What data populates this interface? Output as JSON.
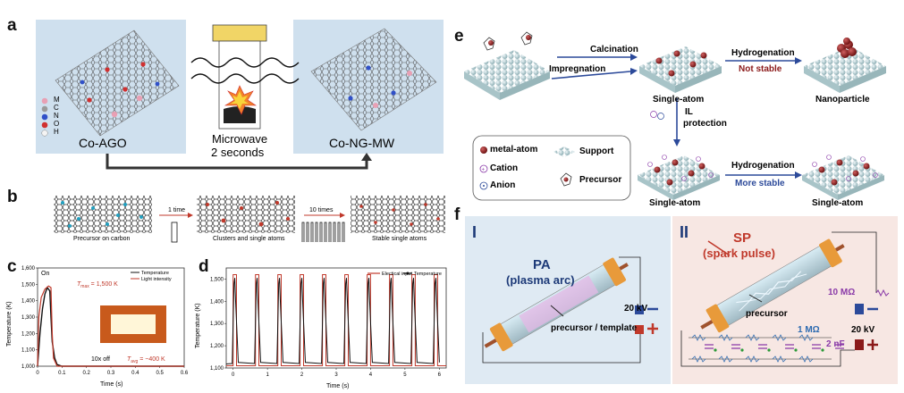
{
  "panel_labels": {
    "a": "a",
    "b": "b",
    "c": "c",
    "d": "d",
    "e": "e",
    "f": "f"
  },
  "panel_a": {
    "left_label": "Co-AGO",
    "right_label": "Co-NG-MW",
    "center_label_1": "Microwave",
    "center_label_2": "2 seconds",
    "legend": [
      {
        "sym": "M",
        "color": "#e8a0b4"
      },
      {
        "sym": "C",
        "color": "#9a9a9a"
      },
      {
        "sym": "N",
        "color": "#3050c8"
      },
      {
        "sym": "O",
        "color": "#d03030"
      },
      {
        "sym": "H",
        "color": "#f4f4f4"
      }
    ]
  },
  "panel_b": {
    "label_1": "Precursor on carbon",
    "arrow_1": "1 time",
    "label_2": "Clusters and single atoms",
    "arrow_2": "10 times",
    "label_3": "Stable single atoms"
  },
  "chart_data": [
    {
      "type": "line",
      "panel": "c",
      "ylabel": "Temperature (K)",
      "xlabel": "Time (s)",
      "xlim": [
        0,
        0.6
      ],
      "ylim": [
        1000,
        1600
      ],
      "xticks": [
        "0",
        "0.1",
        "0.2",
        "0.3",
        "0.4",
        "0.5",
        "0.6"
      ],
      "yticks": [
        "1,000",
        "1,100",
        "1,200",
        "1,300",
        "1,400",
        "1,500",
        "1,600"
      ],
      "legend": [
        "Temperature",
        "Light intensity"
      ],
      "annotations": {
        "on": "On",
        "tmax": "T",
        "tmax_sub": "max",
        "tmax_val": " = 1,500 K",
        "off": "10x off",
        "tavg": "T",
        "tavg_sub": "avg",
        "tavg_val": " = ~400 K"
      },
      "series": [
        {
          "name": "Temperature",
          "color": "#111111",
          "x": [
            0,
            0.01,
            0.02,
            0.03,
            0.04,
            0.05,
            0.055,
            0.06,
            0.07,
            0.08,
            0.1,
            0.2,
            0.6
          ],
          "y": [
            1000,
            1200,
            1350,
            1440,
            1480,
            1460,
            1300,
            1150,
            1050,
            1010,
            1000,
            1000,
            1000
          ]
        },
        {
          "name": "Light intensity",
          "color": "#c0392b",
          "x": [
            0,
            0.005,
            0.015,
            0.03,
            0.045,
            0.055,
            0.06,
            0.065,
            0.08,
            0.6
          ],
          "y": [
            1000,
            1300,
            1420,
            1470,
            1490,
            1480,
            1200,
            1050,
            1000,
            1000
          ]
        }
      ]
    },
    {
      "type": "line",
      "panel": "d",
      "ylabel": "Temperature (K)",
      "xlabel": "Time (s)",
      "xlim": [
        -0.2,
        6.2
      ],
      "ylim": [
        1100,
        1550
      ],
      "xticks": [
        "0",
        "1",
        "2",
        "3",
        "4",
        "5",
        "6"
      ],
      "yticks": [
        "1,100",
        "1,200",
        "1,300",
        "1,400",
        "1,500"
      ],
      "legend": [
        "Electical input",
        "Temperature"
      ],
      "pulses": [
        0,
        0.65,
        1.3,
        1.95,
        2.6,
        3.25,
        3.9,
        4.55,
        5.2,
        5.85
      ],
      "pulse_width": 0.1,
      "low": 1110,
      "high": 1520
    }
  ],
  "panel_e": {
    "calcination": "Calcination",
    "impregnation": "Impregnation",
    "hydrogenation_1": "Hydrogenation",
    "not_stable": "Not stable",
    "single_atom_1": "Single-atom",
    "nanoparticle": "Nanoparticle",
    "il": "IL",
    "protection": "protection",
    "hydrogenation_2": "Hydrogenation",
    "more_stable": "More stable",
    "single_atom_2": "Single-atom",
    "single_atom_3": "Single-atom",
    "legend": {
      "metal_atom": "metal-atom",
      "support": "Support",
      "cation": "Cation",
      "anion": "Anion",
      "precursor": "Precursor"
    }
  },
  "panel_f": {
    "I": "I",
    "II": "II",
    "pa": "PA",
    "pa_full": "(plasma arc)",
    "kv_1": "20 kV",
    "precursor_template": "precursor / template",
    "sp": "SP",
    "sp_full": "(spark pulse)",
    "r1": "10 MΩ",
    "precursor": "precursor",
    "r2": "1 MΩ",
    "kv_2": "20 kV",
    "cap": "2 nF"
  }
}
